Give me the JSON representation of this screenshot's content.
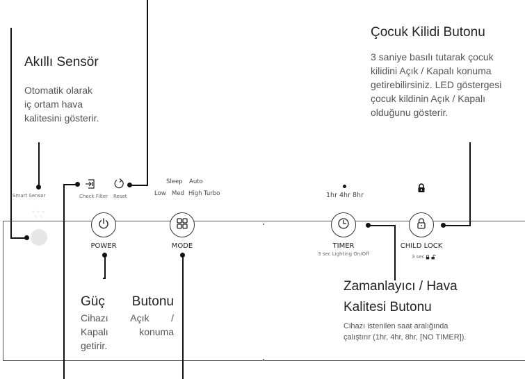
{
  "callouts": {
    "smart_sensor": {
      "title": "Akıllı Sensör",
      "desc": [
        "Otomatik olarak",
        "iç ortam hava",
        "kalitesini gösterir."
      ]
    },
    "child_lock": {
      "title": "Çocuk Kilidi Butonu",
      "desc": [
        "3 saniye basılı tutarak çocuk",
        "kilidini Açık / Kapalı konuma",
        "getirebilirsiniz. LED göstergesi",
        "çocuk kildinin Açık / Kapalı",
        "olduğunu gösterir."
      ]
    },
    "power": {
      "title_a": "Güç",
      "title_b": "Butonu",
      "desc": [
        [
          "Cihazı",
          "Açık",
          "/"
        ],
        [
          "Kapalı",
          "konuma"
        ],
        [
          "getirir."
        ]
      ]
    },
    "timer": {
      "title_1": "Zamanlayıcı / Hava",
      "title_2": "Kalitesi Butonu",
      "desc": [
        "Cihazı istenilen saat aralığında",
        "çalıştırır (1hr, 4hr, 8hr, [NO TIMER])."
      ]
    }
  },
  "panel": {
    "smart_sensor_label": "Smart Sensor",
    "check_filter_label": "Check Filter",
    "reset_label": "Reset",
    "mode_options_top": [
      "Sleep",
      "Auto"
    ],
    "mode_options_bottom": [
      "Low",
      "Med",
      "High",
      "Turbo"
    ],
    "timer_options": [
      "1hr",
      "4hr",
      "8hr"
    ],
    "power_label": "POWER",
    "mode_label": "MODE",
    "timer_label": "TIMER",
    "timer_sub": "3 sec Lighting On/Off",
    "child_lock_label": "CHILD LOCK",
    "child_lock_sub": "3 sec"
  },
  "icons": [
    "power-icon",
    "grid-icon",
    "clock-icon",
    "padlock-icon",
    "filter-icon",
    "reset-icon"
  ]
}
